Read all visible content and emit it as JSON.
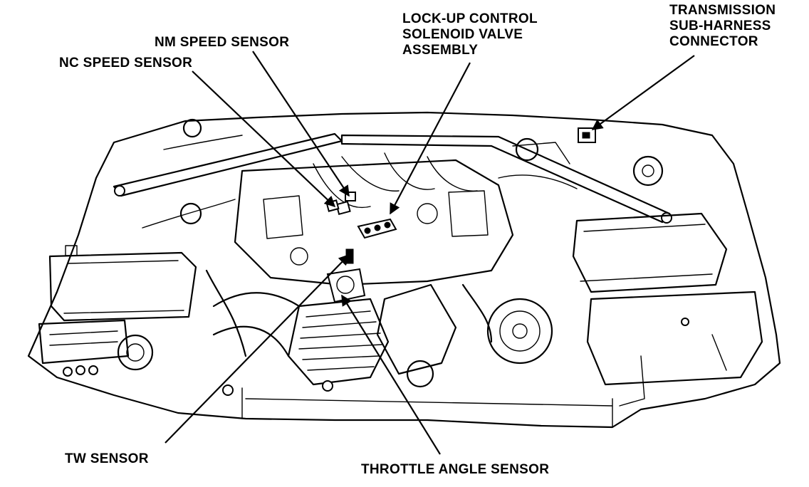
{
  "labels": {
    "lockup_line1": "LOCK-UP CONTROL",
    "lockup_line2": "SOLENOID VALVE",
    "lockup_line3": "ASSEMBLY",
    "transmission_line1": "TRANSMISSION",
    "transmission_line2": "SUB-HARNESS",
    "transmission_line3": "CONNECTOR",
    "nm_speed_sensor": "NM SPEED SENSOR",
    "nc_speed_sensor": "NC SPEED SENSOR",
    "tw_sensor": "TW SENSOR",
    "throttle_angle_sensor": "THROTTLE ANGLE SENSOR"
  },
  "colors": {
    "ink": "#000000",
    "paper": "#ffffff"
  }
}
